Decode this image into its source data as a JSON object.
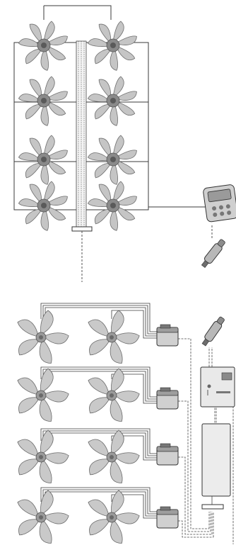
{
  "figure": {
    "top_section": {
      "fans": [
        {
          "id": "A1",
          "style": "seven-blade"
        },
        {
          "id": "A2",
          "style": "seven-blade"
        },
        {
          "id": "A3",
          "style": "seven-blade"
        },
        {
          "id": "A4",
          "style": "seven-blade"
        },
        {
          "id": "A5",
          "style": "seven-blade"
        },
        {
          "id": "A6",
          "style": "seven-blade"
        },
        {
          "id": "A7",
          "style": "seven-blade"
        },
        {
          "id": "A8",
          "style": "seven-blade"
        }
      ],
      "controller": {
        "icon": "controller-icon"
      },
      "sensor": {
        "icon": "sensor-icon"
      }
    },
    "bottom_section": {
      "fans": [
        {
          "id": "B1",
          "style": "five-blade"
        },
        {
          "id": "B2",
          "style": "five-blade"
        },
        {
          "id": "B3",
          "style": "five-blade"
        },
        {
          "id": "B4",
          "style": "five-blade"
        },
        {
          "id": "B5",
          "style": "five-blade"
        },
        {
          "id": "B6",
          "style": "five-blade"
        },
        {
          "id": "B7",
          "style": "five-blade"
        },
        {
          "id": "B8",
          "style": "five-blade"
        }
      ],
      "drive_modules": 4,
      "sensor": {
        "icon": "sensor-icon"
      },
      "control_cabinet": {
        "icon": "control-cabinet-icon"
      },
      "junction_box": {
        "icon": "junction-box-icon"
      }
    },
    "colors": {
      "fan_fill": "#c5c5c5",
      "fan_stroke": "#6f6f6f",
      "hub": "#7a7a7a",
      "wire": "#3b3b3b",
      "module_fill": "#d0d0d0",
      "panel_fill": "#e9e9e9"
    }
  }
}
